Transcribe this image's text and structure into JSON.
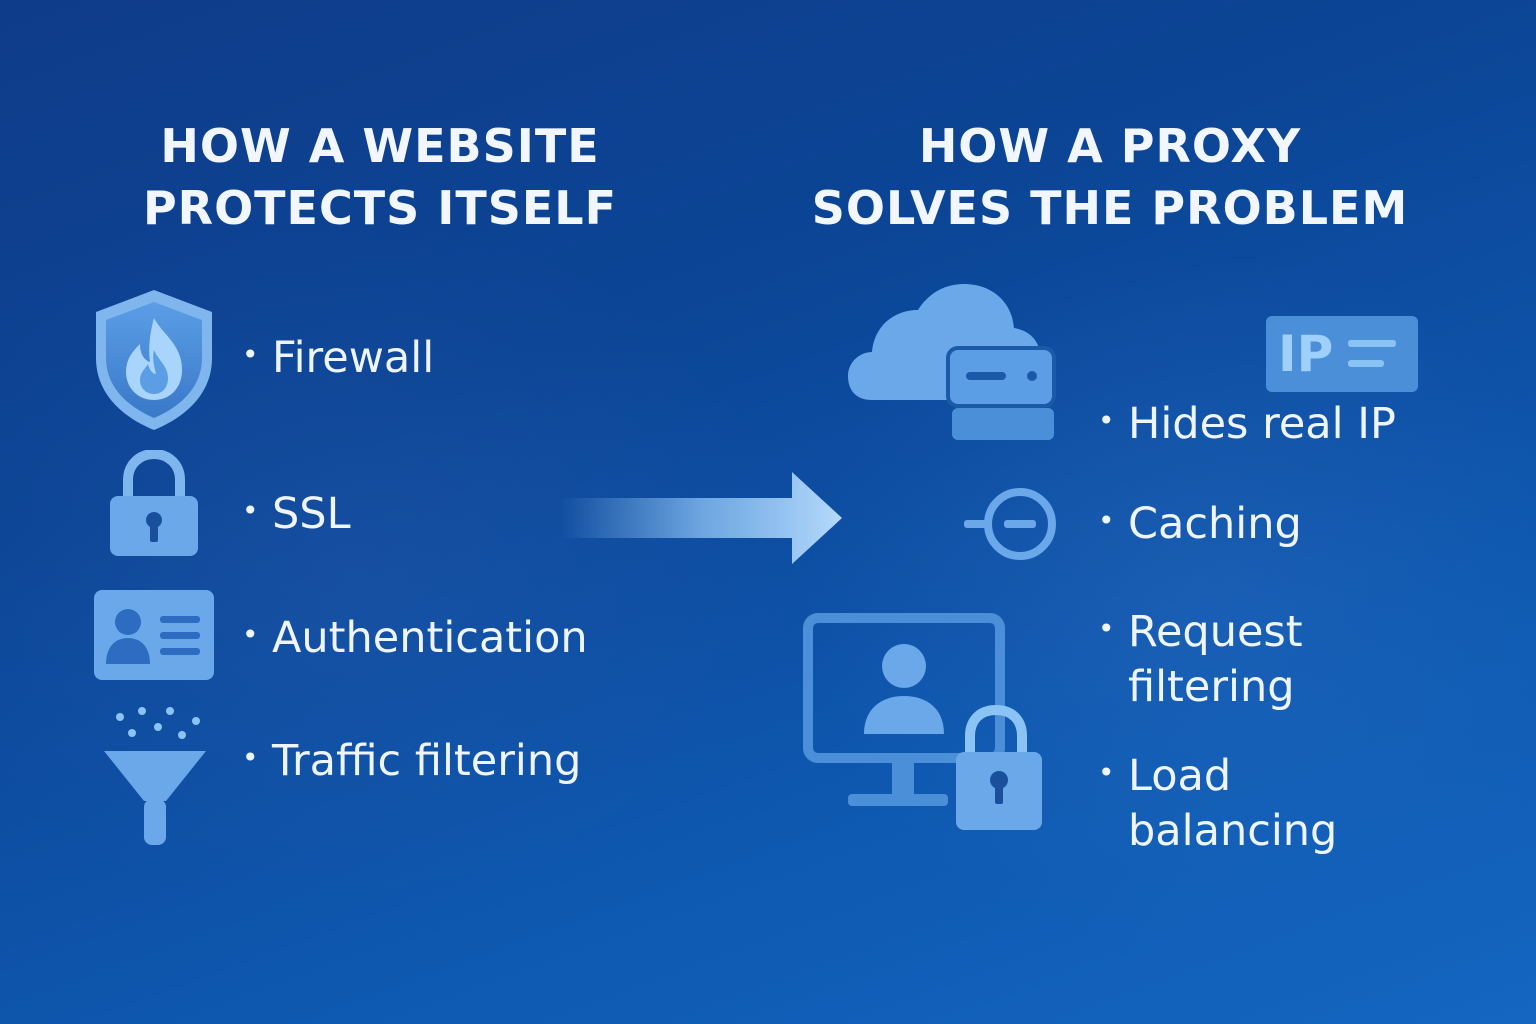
{
  "left_panel": {
    "title_line1": "HOW A WEBSITE",
    "title_line2": "PROTECTS ITSELF",
    "items": [
      {
        "label": "Firewall",
        "icon": "shield-fire-icon"
      },
      {
        "label": "SSL",
        "icon": "padlock-icon"
      },
      {
        "label": "Authentication",
        "icon": "id-card-icon"
      },
      {
        "label": "Traffic filtering",
        "icon": "funnel-icon"
      }
    ]
  },
  "right_panel": {
    "title_line1": "HOW A PROXY",
    "title_line2": "SOLVES THE PROBLEM",
    "ip_badge": "IP",
    "items": [
      {
        "label": "Hides real IP",
        "icon": "cloud-server-icon"
      },
      {
        "label": "Caching",
        "icon": "cache-node-icon"
      },
      {
        "label_line1": "Request",
        "label_line2": "filtering",
        "icon": "monitor-user-lock-icon"
      },
      {
        "label_line1": "Load",
        "label_line2": "balancing"
      }
    ]
  },
  "bullet": "•",
  "colors": {
    "background_dark": "#0f3c8a",
    "background_light": "#1466c0",
    "icon_fill": "#4b8fd8",
    "icon_light": "#8cc3f5",
    "text": "#eef5ff"
  }
}
